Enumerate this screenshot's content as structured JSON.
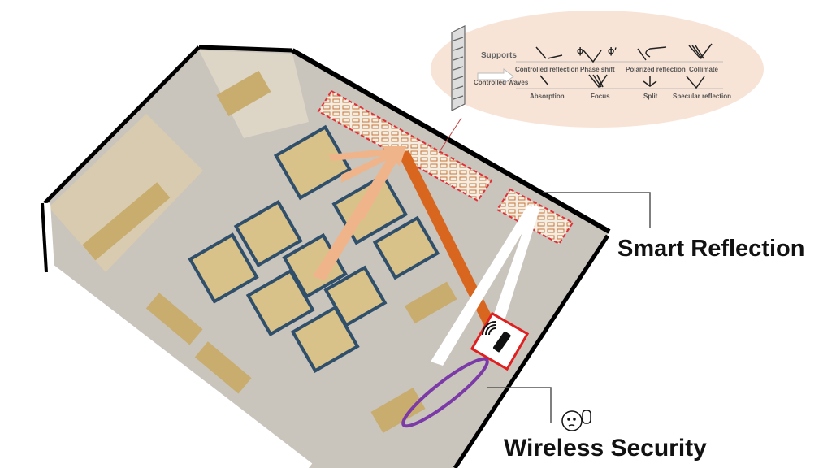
{
  "labels": {
    "smart_reflection": "Smart Reflection",
    "wireless_security": "Wireless Security"
  },
  "inset": {
    "supports": "Supports",
    "controlled_waves": "Controlled Waves",
    "functions_top": [
      "Controlled reflection",
      "Phase shift",
      "Polarized reflection",
      "Collimate"
    ],
    "functions_bottom": [
      "Absorption",
      "Focus",
      "Split",
      "Specular reflection"
    ],
    "phase_symbols": [
      "ϕ",
      "ϕ′"
    ]
  },
  "colors": {
    "panel_dashed": "#e0313a",
    "router_box": "#e02020",
    "beam_light": "#f0b48a",
    "beam_dark": "#d9661f",
    "security_ellipse": "#7b3aa8",
    "inset_bg": "#f8e4d6"
  },
  "icons": [
    "router-wifi-icon",
    "face-hand-icon",
    "metasurface-icon"
  ]
}
